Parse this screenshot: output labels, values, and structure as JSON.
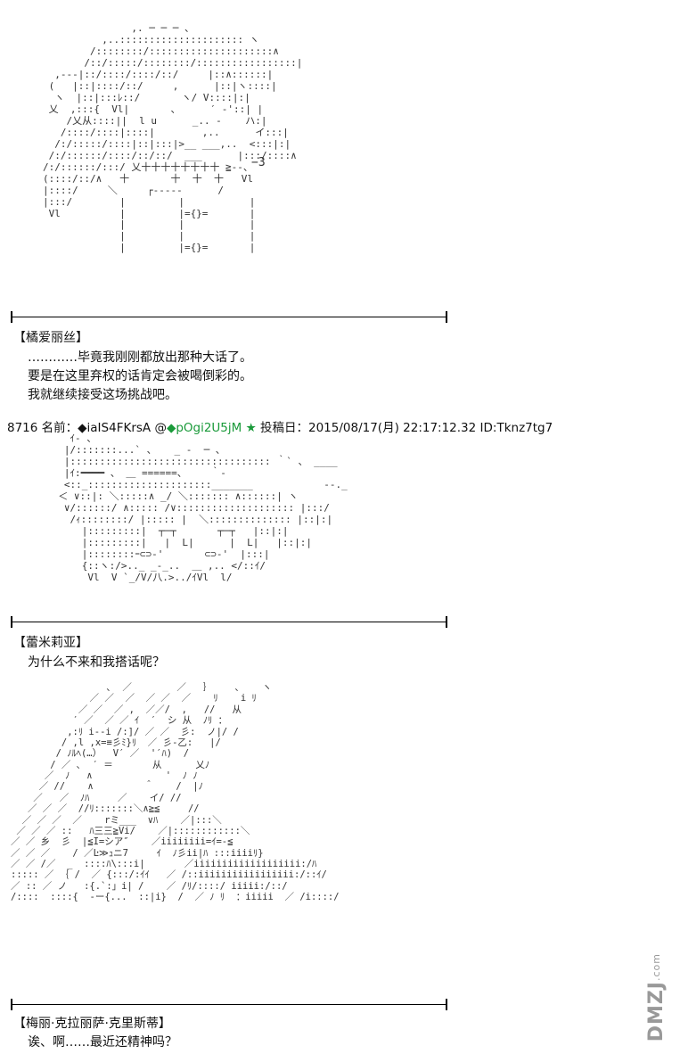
{
  "art": {
    "block1": "               ,. ─ ─ ─ 、\n          ,..::::::::::::::::::::: ヽ\n        /::::::::/:::::::::::::::::::::∧\n       /::/:::::/::::::::/:::::::::::::::::|\n  ,---|::/::::/::::/::/     |::∧::::::|\n (   |::|::::/::/     ,      |::|ヽ::::|\n  ヽ  |::|:::ﾚ::/       ヽ/ V::::|:|\n 乂  ,:::{  Vl|       、     ′ ‐'::| |\n    /乂从::::||  l u      _.. ‐    ハ:|\n   /::::/::::|::::|        ,..      イ:::|\n  /:/:::::/::::|::|:::|>__ ___,..  <:::|:|\n /:/::::::/::::/::/::/  ___      |:::/::::∧\n/:/::::::/:::/ 乂十十十十十十十十 ≧-‐、\n(::::/::/∧   十       十  十  十   Vl\n|::::/     ＼     ┌‐‐‐‐‐      /\n|:::/        |         |           |\n Vl          |         |={}=       |\n             |         |           |\n             |         |           |\n             |         |={}=       |",
    "block1_extra": "−3",
    "block2": "    ｲ‐ 、\n   |/:::::::...` 、   _ ‐  ─ 、\n   |:::::::::::::::::::::::::::::::::: ｀` 、 ____\n   |ｲ:━━━━ 、 ＿ ======、    ｀‐\n   <::_:::::::::::::::::::::_______            ‐-._\n  ＜ ∨::|: ＼:::::∧ _/ ＼::::::: ∧::::::| ヽ\n   ∨/::::::/ ∧::::: /∨:::::::::::::::::::: |:::/\n    /ｨ::::::::/ |::::: |  ＼:::::::::::::: |::|:|\n      |:::::::::|  ┬─┬       ┬─┬   |::|:|\n      |:::::::::|   |  L|      |  L|   |::|:|\n      |::::::::ｰ⊂⊃-'       ⊂⊃-'  |:::|\n      {::ヽ:/>.._ _‐_..  ＿ ,.. </::ｲ/\n       Vl  V `_/V/八.>../ｲVl  l/",
    "block3": "                 ､  ／        ／   ｝    ､    ヽ\n              ／ ／  ／  ／ ／  ／    ﾘ    i ﾘ\n            ／ ／  ／ ,  ／／/  ,   //   从\n           ′ ／  ／ ／ ｲ  ′  シ 从  ﾉﾘ ：\n          ,:ﾘ i‐‐i /:]/ ／ ／  彡:  ノ|/ /\n         / ,l ,x=≡彡ﾐ}ﾘ  ／ 彡‐乙:   |/\n        / ﾉﾙﾍ(…）  V′ ／  '′ﾊ)  /\n       / ／ ､  ′ ＝       从      乂ﾉ\n      ／  ﾉ   ∧             '  ﾉ ﾉ\n     ／ //    ∧         ＾    /  |ﾉ\n    ／   ／  ﾉﾊ     ／    イ/ //\n   ／ ／ ／  //ﾘ:::::::＼∧≧≦     //\n  ／ ／ ／  ／    rミ___  ∨ﾊ    ／|:::＼\n ／ ／ ／ ::   ﾊ三三≧Vi/    ／|::::::::::::＼\n／ ／ 乡  彡  |≦I=シア″    ／iiiiiiii=ｲ=-≦\n／ ／ ／    / ／Ŀ≫ｭニ7     ｲ  ﾉ彡ii|ﾊ :::iiiiﾘ}\n／ ／ /／  _  ::::ﾊ\\:::i|       ／iiiiiiiiiiiiiiiiiii:/ﾊ\n::::: ／ ｛ /  ／ {:::/:ｲｲ   ／ /::iiiiiiiiiiiiiiiii:/::ｲ/\n／ :: ／ ノ   :{.`:」i| /    ／ /ﾘ/::::/ iiiii:/::/\n/::::  ::::{  ‐ー{...  ::|i}  /  ／ ﾉ ﾘ  ：iiiii  ／ /i::::/"
  },
  "sections": [
    {
      "speaker": "【橘爱丽丝】",
      "lines": [
        "…………毕竟我刚刚都放出那种大话了。",
        "要是在这里弃权的话肯定会被喝倒彩的。",
        "我就继续接受这场挑战吧。"
      ]
    },
    {
      "speaker": "【蕾米莉亚】",
      "lines": [
        "为什么不来和我搭话呢？"
      ]
    },
    {
      "speaker": "【梅丽·克拉丽萨·克里斯蒂】",
      "lines": [
        "诶、啊……最近还精神吗？"
      ]
    }
  ],
  "post": {
    "number": "8716",
    "name_label": "名前：",
    "trip": "◆iaIS4FKrsA",
    "at": "@",
    "id_trip": "◆pOgi2U5jM",
    "star": "★",
    "date_label": "投稿日：",
    "date": "2015/08/17(月) 22:17:12.32",
    "id": "ID:Tknz7tg7"
  },
  "watermark": {
    "text": "DMZJ",
    "domain": ".com"
  },
  "colors": {
    "accent_green": "#1a9a3a",
    "watermark": "#999999"
  }
}
